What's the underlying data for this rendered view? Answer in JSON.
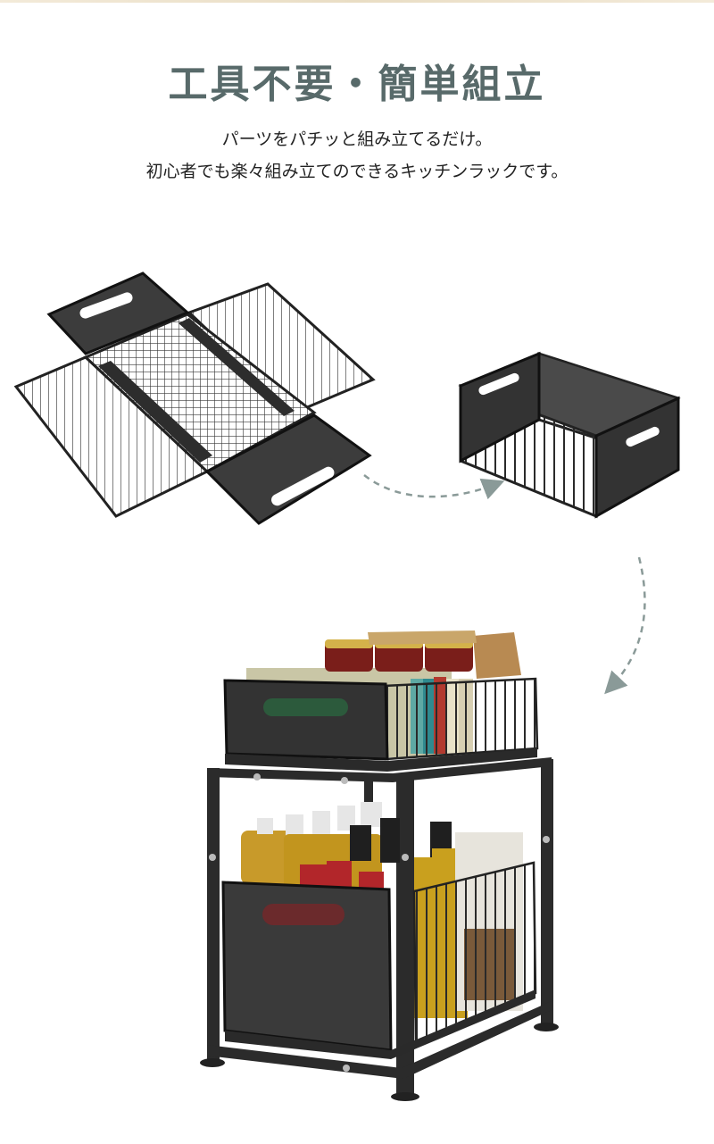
{
  "headline": "工具不要・簡単組立",
  "subtext": {
    "line1": "パーツをパチッと組み立てるだけ。",
    "line2": "初心者でも楽々組み立てのできるキッチンラックです。"
  },
  "colors": {
    "headline": "#586a6a",
    "metal": "#2b2b2b",
    "panel": "#3a3a3a",
    "arrow": "#8a9a98"
  },
  "images": {
    "flat_parts": "unassembled-basket-parts",
    "basket": "assembled-basket",
    "rack": "two-tier-sliding-rack-with-items"
  }
}
